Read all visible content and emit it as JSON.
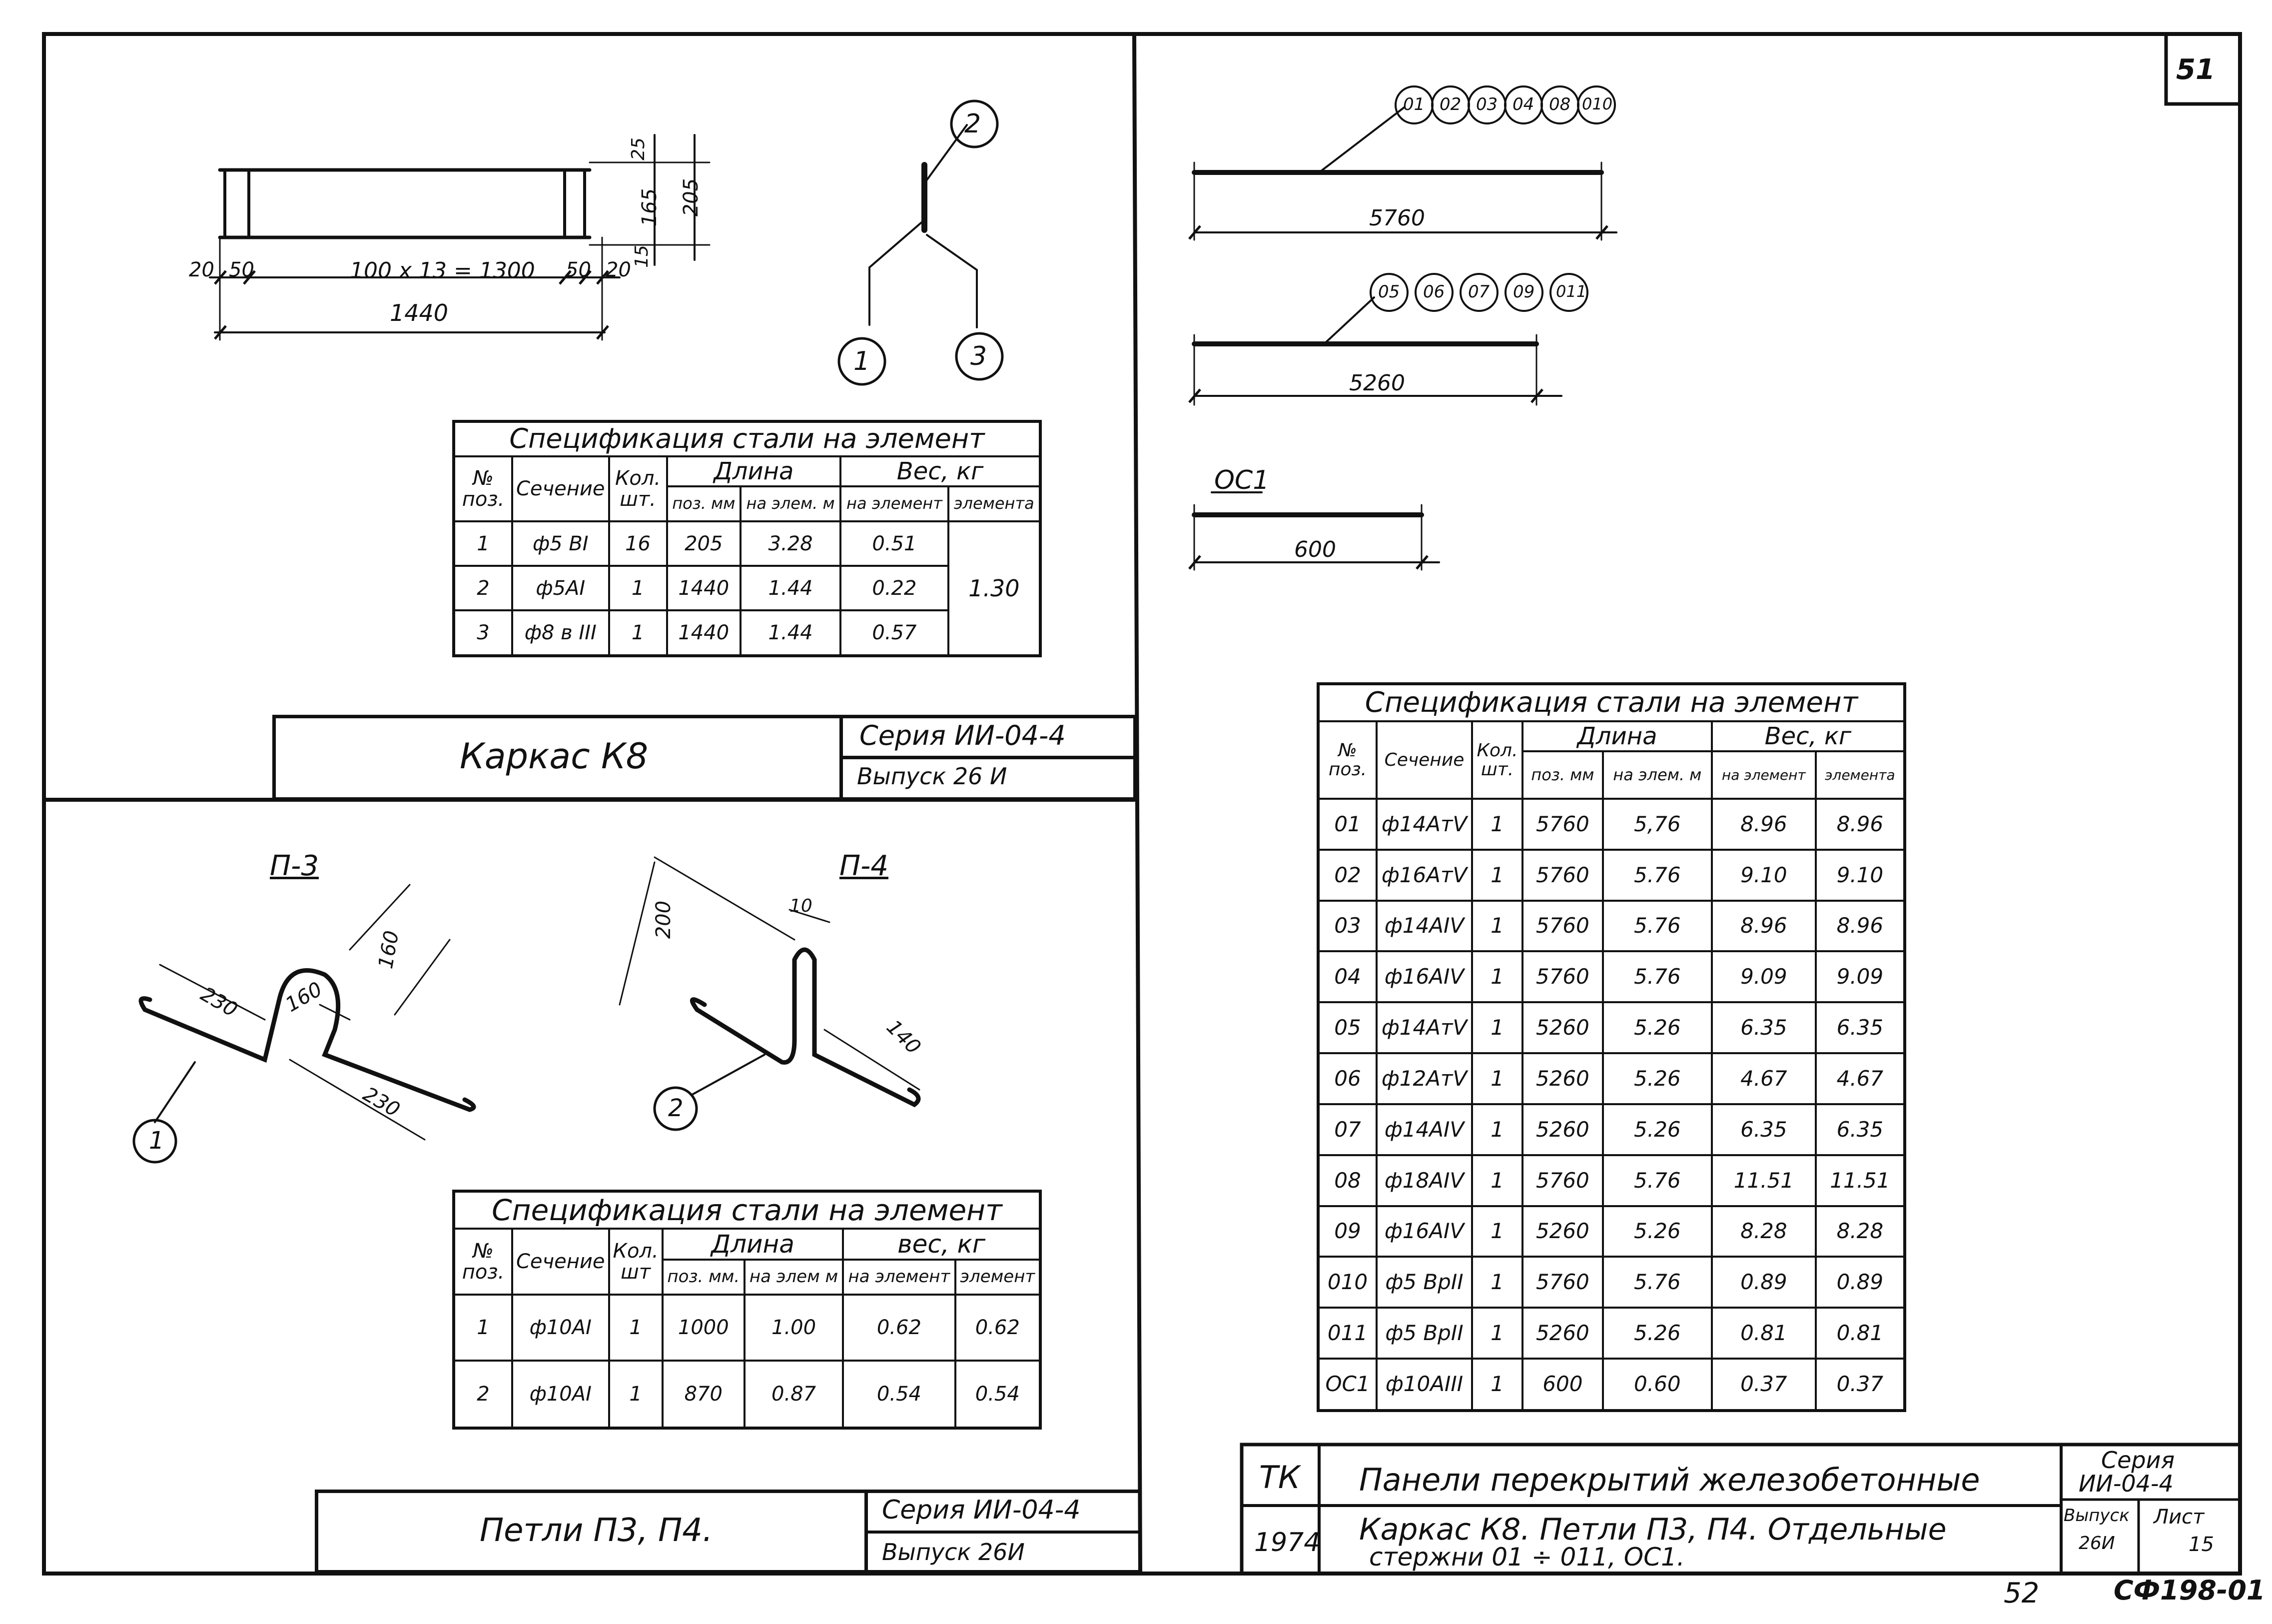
{
  "sheet": {
    "sheet_number": "51",
    "stamp_bottom_right": "СФ198-01",
    "page_bottom": "52"
  },
  "k8": {
    "dims": {
      "total": "1440",
      "inner": "100 x 13 = 1300",
      "end_left": "20",
      "end_left2": "50",
      "end_right": "50",
      "end_right2": "20",
      "h_total": "205",
      "h_mid": "165",
      "h_top": "25",
      "h_bot": "15"
    },
    "callouts": [
      "1",
      "2",
      "3"
    ],
    "spec": {
      "title": "Спецификация стали на элемент",
      "h_pos": "№ поз.",
      "h_section": "Сечение",
      "h_qty": "Кол. шт.",
      "h_length": "Длина",
      "h_weight": "Вес, кг",
      "h_len_pos": "поз. мм",
      "h_len_el": "на элем. м",
      "h_w_el": "на элемент",
      "h_w_total": "элемента",
      "rows": [
        {
          "pos": "1",
          "section": "ф5 BI",
          "qty": "16",
          "len_mm": "205",
          "len_m": "3.28",
          "w": "0.51"
        },
        {
          "pos": "2",
          "section": "ф5AI",
          "qty": "1",
          "len_mm": "1440",
          "len_m": "1.44",
          "w": "0.22"
        },
        {
          "pos": "3",
          "section": "ф8 в III",
          "qty": "1",
          "len_mm": "1440",
          "len_m": "1.44",
          "w": "0.57"
        }
      ],
      "total": "1.30"
    },
    "title_block": {
      "name": "Каркас К8",
      "series": "Серия ИИ-04-4",
      "issue": "Выпуск 26 И"
    }
  },
  "loops": {
    "p3": {
      "label": "П-3",
      "d1": "230",
      "d2": "160",
      "d3": "160",
      "d4": "230",
      "callout": "1"
    },
    "p4": {
      "label": "П-4",
      "d1": "200",
      "d2": "10",
      "d3": "140",
      "callout": "2"
    },
    "spec": {
      "title": "Спецификация стали на элемент",
      "h_pos": "№ поз.",
      "h_section": "Сечение",
      "h_qty": "Кол. шт",
      "h_length": "Длина",
      "h_weight": "вес, кг",
      "h_len_pos": "поз. мм.",
      "h_len_el": "на элем м",
      "h_w_el": "на элемент",
      "h_w_total": "элемент",
      "rows": [
        {
          "pos": "1",
          "section": "ф10AI",
          "qty": "1",
          "len_mm": "1000",
          "len_m": "1.00",
          "w": "0.62",
          "wt": "0.62"
        },
        {
          "pos": "2",
          "section": "ф10AI",
          "qty": "1",
          "len_mm": "870",
          "len_m": "0.87",
          "w": "0.54",
          "wt": "0.54"
        }
      ]
    },
    "title_block": {
      "name": "Петли П3, П4.",
      "series": "Серия ИИ-04-4",
      "issue": "Выпуск 26И"
    }
  },
  "bars": {
    "group1": {
      "marks": [
        "01",
        "02",
        "03",
        "04",
        "08",
        "010"
      ],
      "length": "5760"
    },
    "group2": {
      "marks": [
        "05",
        "06",
        "07",
        "09",
        "011"
      ],
      "length": "5260"
    },
    "oc1": {
      "label": "ОС1",
      "length": "600"
    },
    "spec": {
      "title": "Спецификация стали на элемент",
      "h_pos": "№ поз.",
      "h_section": "Сечение",
      "h_qty": "Кол. шт.",
      "h_length": "Длина",
      "h_weight": "Вес, кг",
      "h_len_pos": "поз. мм",
      "h_len_el": "на элем. м",
      "h_w_el": "на элемент",
      "h_w_total": "элемента",
      "rows": [
        {
          "pos": "01",
          "section": "ф14AтV",
          "qty": "1",
          "len_mm": "5760",
          "len_m": "5,76",
          "w": "8.96",
          "wt": "8.96"
        },
        {
          "pos": "02",
          "section": "ф16AтV",
          "qty": "1",
          "len_mm": "5760",
          "len_m": "5.76",
          "w": "9.10",
          "wt": "9.10"
        },
        {
          "pos": "03",
          "section": "ф14AIV",
          "qty": "1",
          "len_mm": "5760",
          "len_m": "5.76",
          "w": "8.96",
          "wt": "8.96"
        },
        {
          "pos": "04",
          "section": "ф16AIV",
          "qty": "1",
          "len_mm": "5760",
          "len_m": "5.76",
          "w": "9.09",
          "wt": "9.09"
        },
        {
          "pos": "05",
          "section": "ф14AтV",
          "qty": "1",
          "len_mm": "5260",
          "len_m": "5.26",
          "w": "6.35",
          "wt": "6.35"
        },
        {
          "pos": "06",
          "section": "ф12AтV",
          "qty": "1",
          "len_mm": "5260",
          "len_m": "5.26",
          "w": "4.67",
          "wt": "4.67"
        },
        {
          "pos": "07",
          "section": "ф14AIV",
          "qty": "1",
          "len_mm": "5260",
          "len_m": "5.26",
          "w": "6.35",
          "wt": "6.35"
        },
        {
          "pos": "08",
          "section": "ф18AIV",
          "qty": "1",
          "len_mm": "5760",
          "len_m": "5.76",
          "w": "11.51",
          "wt": "11.51"
        },
        {
          "pos": "09",
          "section": "ф16AIV",
          "qty": "1",
          "len_mm": "5260",
          "len_m": "5.26",
          "w": "8.28",
          "wt": "8.28"
        },
        {
          "pos": "010",
          "section": "ф5 BpII",
          "qty": "1",
          "len_mm": "5760",
          "len_m": "5.76",
          "w": "0.89",
          "wt": "0.89"
        },
        {
          "pos": "011",
          "section": "ф5 BpII",
          "qty": "1",
          "len_mm": "5260",
          "len_m": "5.26",
          "w": "0.81",
          "wt": "0.81"
        },
        {
          "pos": "ОС1",
          "section": "ф10AIII",
          "qty": "1",
          "len_mm": "600",
          "len_m": "0.60",
          "w": "0.37",
          "wt": "0.37"
        }
      ]
    }
  },
  "main_title": {
    "org": "ТК",
    "year": "1974",
    "line1": "Панели перекрытий железобетонные",
    "line2": "Каркас К8. Петли П3, П4. Отдельные",
    "line3": "стержни 01 ÷ 011, ОС1.",
    "series_label": "Серия",
    "series": "ИИ-04-4",
    "issue_label": "Выпуск",
    "issue": "26И",
    "sheet_label": "Лист",
    "sheet": "15"
  }
}
